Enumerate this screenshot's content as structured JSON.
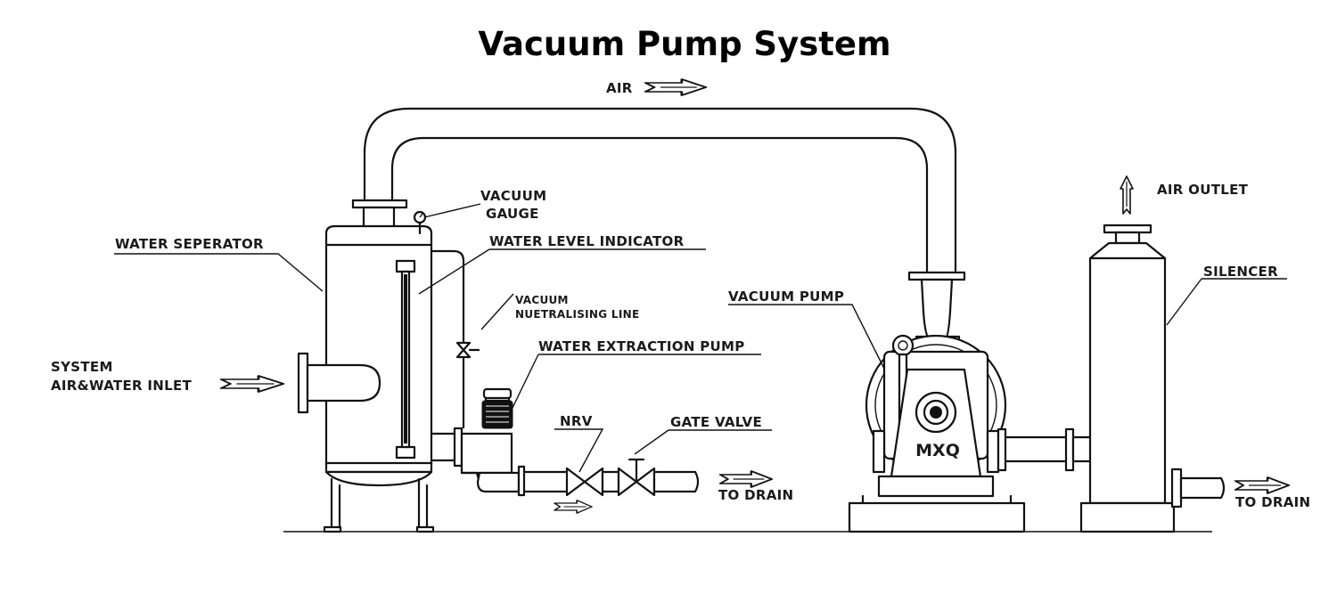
{
  "title": "Vacuum Pump System",
  "labels": {
    "air": "AIR",
    "vacuum_gauge_1": "VACUUM",
    "vacuum_gauge_2": "GAUGE",
    "air_outlet": "AIR OUTLET",
    "water_separator": "WATER SEPERATOR",
    "water_level_indicator": "WATER LEVEL INDICATOR",
    "silencer": "SILENCER",
    "vacuum_neutralising_1": "VACUUM",
    "vacuum_neutralising_2": "NUETRALISING LINE",
    "vacuum_pump": "VACUUM PUMP",
    "water_extraction_pump": "WATER EXTRACTION PUMP",
    "system_inlet_1": "SYSTEM",
    "system_inlet_2": "AIR&WATER INLET",
    "nrv": "NRV",
    "gate_valve": "GATE VALVE",
    "to_drain_left": "TO DRAIN",
    "to_drain_right": "TO DRAIN",
    "pump_marking": "MXQ"
  },
  "icons": [
    "flow-arrow-icon",
    "pressure-gauge-icon",
    "valve-icon",
    "check-valve-icon",
    "gate-valve-icon",
    "motor-icon"
  ]
}
